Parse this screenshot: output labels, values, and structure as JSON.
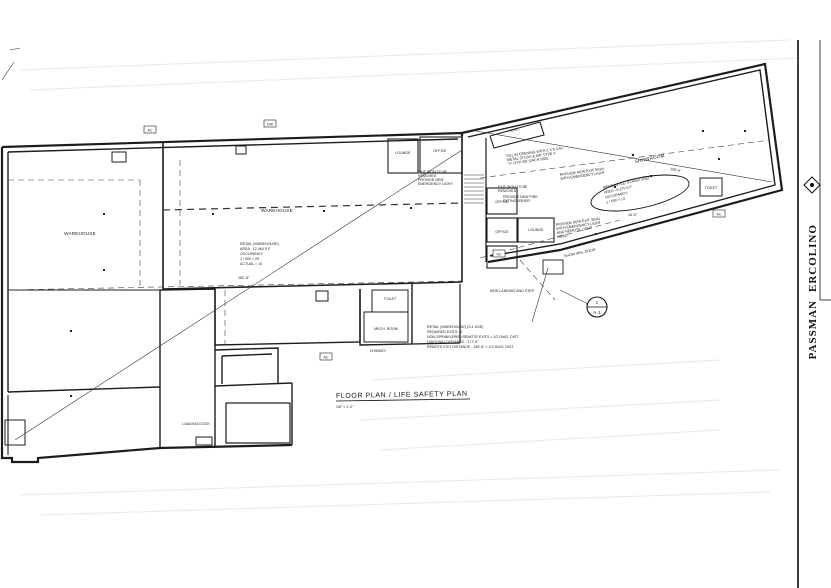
{
  "drawing": {
    "title": "FLOOR PLAN / LIFE SAFETY PLAN",
    "scale": "1/8\" = 1'-0\"",
    "firm": {
      "word1": "PASSMAN",
      "word2": "ERCOLINO"
    },
    "section_marker": {
      "number": "1",
      "sheet": "A-1"
    },
    "tags": {
      "ac": "AC",
      "dw": "DW"
    }
  },
  "rooms": {
    "warehouse_left": "WAREHOUSE",
    "warehouse_center": "WAREHOUSE",
    "showroom": "SHOWROOM",
    "lounge_top": "LOUNGE",
    "lounge_mid": "LOUNGE",
    "office_top": "OFFICE",
    "office_mid": "OFFICE",
    "office_low": "OFFICE",
    "elec": "ELEC.",
    "toilet_low": "TOILET",
    "toilet_right": "TOILET",
    "mech_room": "MECH. ROOM",
    "loading_dock": "LOADING DOCK",
    "chimney": "CHIMNEY",
    "show_window_door": "SHOW WIN. DOOR",
    "new_landing": "NEW LANDING AND STEP"
  },
  "notes": {
    "retail_warehouse": [
      "RETAIL (WAREHOUSE)",
      "AREA - 12,464 S.F.",
      "OCCUPANCY:",
      "1 / 500 = 25",
      "ACTUAL = 10"
    ],
    "mercantile": [
      "MERCANTILE (FURNITURE)",
      "AREA - 6,275 S.F.",
      "OCCUPANCY:",
      "1 / 500 = 13"
    ],
    "exit_sign_removed": [
      "EXIT SIGN TO BE",
      "REMOVED",
      "PROVIDE NEW",
      "EMERGENCY LIGHT"
    ],
    "fill_opening": [
      "FILL IN OPENING WITH 2 X 6 CAV.",
      "METAL STUDS & 5/8\" TYPE X",
      "\"X\" GYP. BD. EACH SIDE"
    ],
    "exit_sign_removed_2": [
      "EXIT SIGN TO BE",
      "REMOVED"
    ],
    "fire_extinguisher": [
      "PROVIDE NEW FIRE",
      "EXTINGUISHER"
    ],
    "exit_sign_new": [
      "PROVIDE NEW EXIT SIGN",
      "WITH EMERGENCY LIGHT"
    ],
    "exit_sign_remote": [
      "PROVIDE NEW EXIT SIGN",
      "WITH EMERGENCY LIGHT",
      "AND REMOTE LIGHT",
      "HEAD"
    ],
    "egress_summary": [
      "RETAIL (WAREHOUSE) (S-1 USE)",
      "REQUIRED EXITS - 2",
      "NON-SPRINKLERED REMOTE EXITS = 1/2 DIAG. DIST.",
      "DIAGONAL DISTANCE - 177'-6\"",
      "REMOTE EXIT DISTANCE - 158'-6\" > 1/2 DIAG. DIST."
    ]
  },
  "dimensions": {
    "diag_warehouse": "182'-8\"",
    "diag_showroom": "109'-6\"",
    "small_dim": "16'-0\""
  }
}
